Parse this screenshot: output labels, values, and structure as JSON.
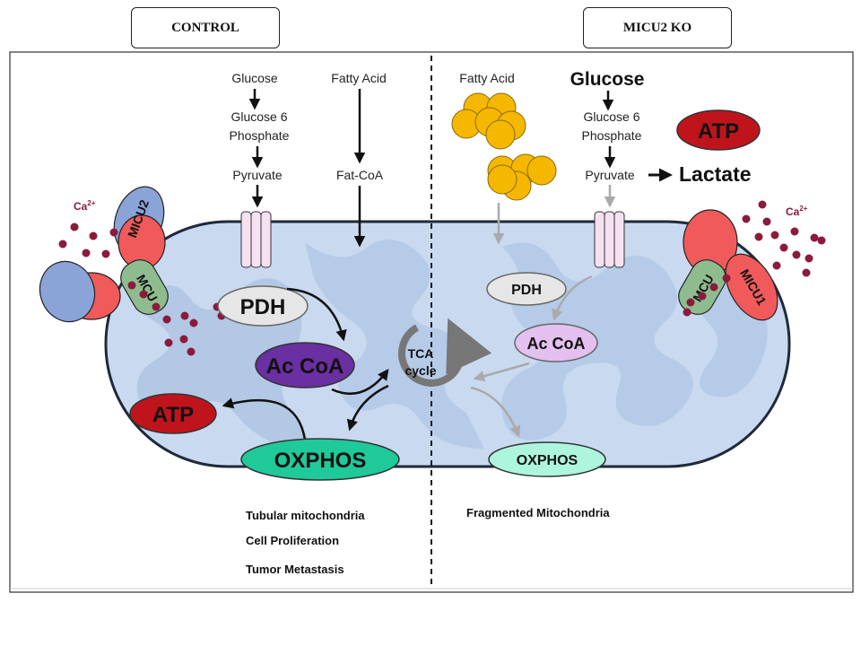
{
  "headers": {
    "control": "CONTROL",
    "ko": "MICU2 KO"
  },
  "control": {
    "glucose": "Glucose",
    "g6p_line1": "Glucose 6",
    "g6p_line2": "Phosphate",
    "pyruvate": "Pyruvate",
    "fatty_acid": "Fatty Acid",
    "fat_coa": "Fat-CoA",
    "ca": "Ca",
    "ca_sup": "2+",
    "micu2": "MICU2",
    "mcu": "MCU",
    "pdh": "PDH",
    "accoa": "Ac CoA",
    "tca_line1": "TCA",
    "tca_line2": "cycle",
    "atp": "ATP",
    "oxphos": "OXPHOS",
    "notes": [
      "Tubular mitochondria",
      "Cell Proliferation",
      "Tumor Metastasis"
    ]
  },
  "ko": {
    "fatty_acid": "Fatty Acid",
    "glucose": "Glucose",
    "g6p_line1": "Glucose 6",
    "g6p_line2": "Phosphate",
    "pyruvate": "Pyruvate",
    "lactate": "Lactate",
    "atp": "ATP",
    "ca": "Ca",
    "ca_sup": "2+",
    "mcu": "MCU",
    "micu1": "MICU1",
    "pdh": "PDH",
    "accoa": "Ac CoA",
    "oxphos": "OXPHOS",
    "notes": [
      "Fragmented Mitochondria"
    ]
  },
  "colors": {
    "mito_fill": "#c9daf0",
    "cristae": "#a9c1e2",
    "channel": "#f6e1f1",
    "micu2_blue": "#8aa4d8",
    "micu_red": "#f05a5a",
    "mcu_green": "#8fbc8f",
    "ca_dot": "#8b1a3b",
    "pdh_fill": "#e6e6e6",
    "accoa_control": "#6a2fa0",
    "accoa_ko": "#e3c0f0",
    "atp_red": "#c0141c",
    "oxphos_control": "#1fc99a",
    "oxphos_ko": "#aef5de",
    "fat_droplet": "#f5b700",
    "gray_arrow": "#aaaaaa"
  }
}
